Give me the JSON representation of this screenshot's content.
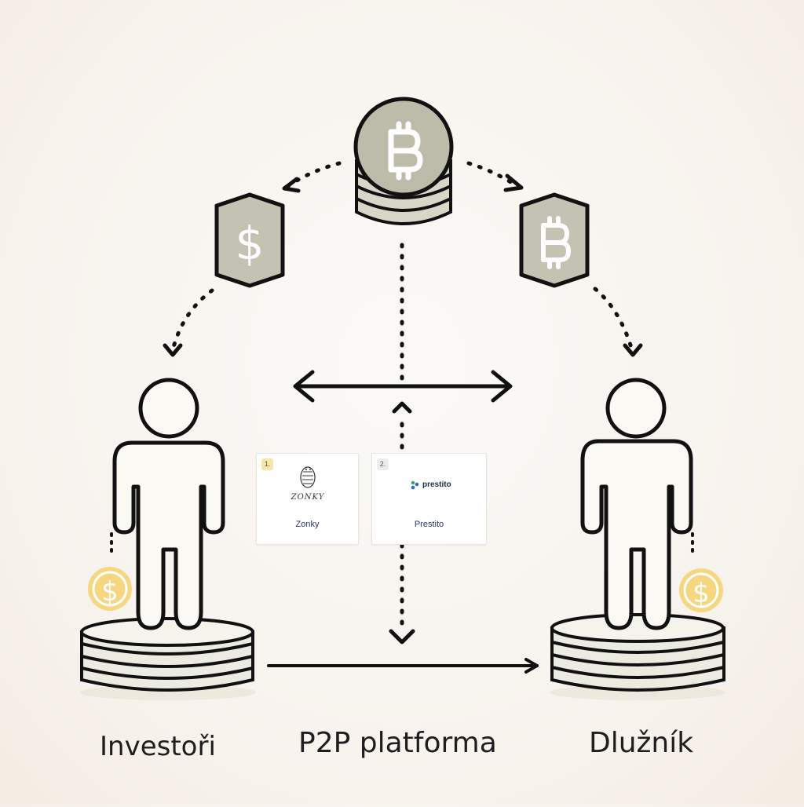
{
  "labels": {
    "investors": "Investoři",
    "platform": "P2P platforma",
    "borrower": "Dlužník"
  },
  "platforms": [
    {
      "number": "1.",
      "name": "Zonky",
      "logo_text": "ZONKY"
    },
    {
      "number": "2.",
      "name": "Prestito",
      "logo_text": "prestito"
    }
  ],
  "symbols": {
    "top_coin": "bitcoin",
    "left_hexagon": "$",
    "right_hexagon": "bitcoin",
    "left_small_coin": "$",
    "right_small_coin": "$"
  },
  "colors": {
    "ink": "#111111",
    "token_fill": "#c4c3b3",
    "coin_gold": "#f6d77f",
    "person_fill": "#fbf9f3"
  }
}
